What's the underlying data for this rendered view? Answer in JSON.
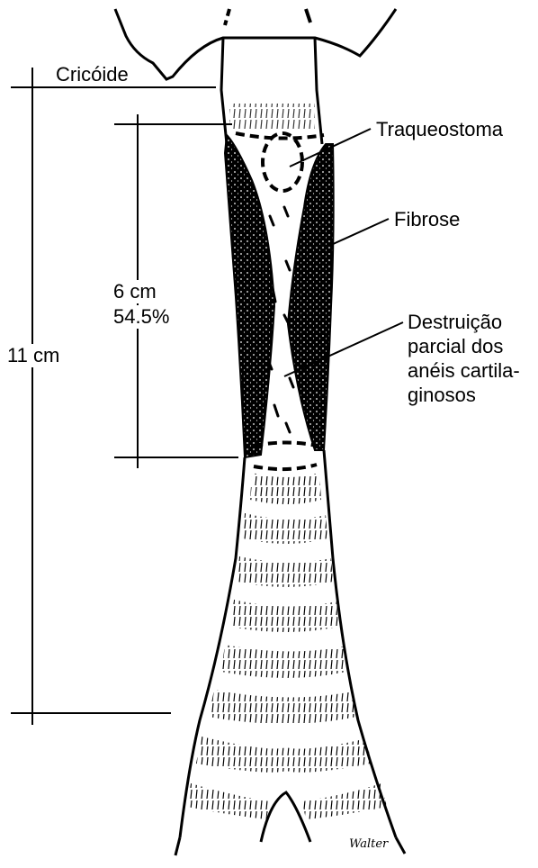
{
  "labels": {
    "cricoide": "Cricóide",
    "traqueostoma": "Traqueostoma",
    "fibrose": "Fibrose",
    "destruicao": [
      "Destruição",
      "parcial dos",
      "anéis cartila-",
      "ginosos"
    ],
    "stenosis_length": "6 cm",
    "stenosis_percent": "54.5%",
    "total_length": "11 cm",
    "signature": "Walter"
  },
  "colors": {
    "ink": "#000000",
    "paper": "#ffffff"
  }
}
